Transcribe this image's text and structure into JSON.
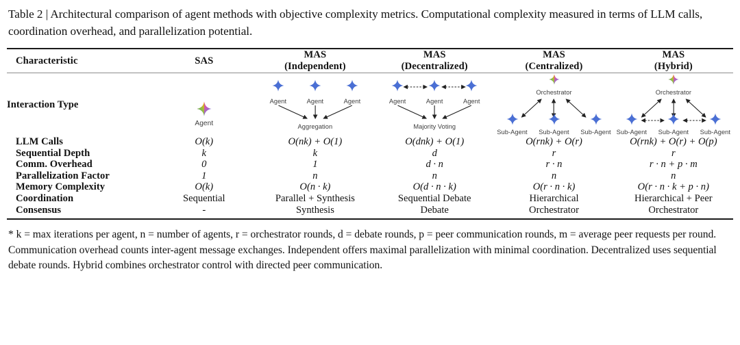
{
  "caption": {
    "label": "Table 2",
    "text": "Table 2 | Architectural comparison of agent methods with objective complexity metrics. Computational complexity measured in terms of LLM calls, coordination overhead, and parallelization potential."
  },
  "table": {
    "columns": [
      {
        "line1": "Characteristic",
        "line2": ""
      },
      {
        "line1": "SAS",
        "line2": ""
      },
      {
        "line1": "MAS",
        "line2": "(Independent)"
      },
      {
        "line1": "MAS",
        "line2": "(Decentralized)"
      },
      {
        "line1": "MAS",
        "line2": "(Centralized)"
      },
      {
        "line1": "MAS",
        "line2": "(Hybrid)"
      }
    ],
    "interaction_row_label": "Interaction Type",
    "diagrams": {
      "sas": {
        "agent_label": "Agent"
      },
      "independent": {
        "agent_labels": [
          "Agent",
          "Agent",
          "Agent"
        ],
        "sink_label": "Aggregation"
      },
      "decentralized": {
        "agent_labels": [
          "Agent",
          "Agent",
          "Agent"
        ],
        "sink_label": "Majority Voting"
      },
      "centralized": {
        "orchestrator_label": "Orchestrator",
        "sub_agent_labels": [
          "Sub-Agent",
          "Sub-Agent",
          "Sub-Agent"
        ]
      },
      "hybrid": {
        "orchestrator_label": "Orchestrator",
        "sub_agent_labels": [
          "Sub-Agent",
          "Sub-Agent",
          "Sub-Agent"
        ]
      }
    },
    "rows": [
      {
        "label": "LLM Calls",
        "cells": [
          "O(k)",
          "O(nk) + O(1)",
          "O(dnk) + O(1)",
          "O(rnk) + O(r)",
          "O(rnk) + O(r) + O(p)"
        ]
      },
      {
        "label": "Sequential Depth",
        "cells": [
          "k",
          "k",
          "d",
          "r",
          "r"
        ]
      },
      {
        "label": "Comm. Overhead",
        "cells": [
          "0",
          "1",
          "d · n",
          "r · n",
          "r · n + p · m"
        ]
      },
      {
        "label": "Parallelization Factor",
        "cells": [
          "1",
          "n",
          "n",
          "n",
          "n"
        ]
      },
      {
        "label": "Memory Complexity",
        "cells": [
          "O(k)",
          "O(n · k)",
          "O(d · n · k)",
          "O(r · n · k)",
          "O(r · n · k + p · n)"
        ]
      },
      {
        "label": "Coordination",
        "cells": [
          "Sequential",
          "Parallel + Synthesis",
          "Sequential Debate",
          "Hierarchical",
          "Hierarchical + Peer"
        ]
      },
      {
        "label": "Consensus",
        "cells": [
          "-",
          "Synthesis",
          "Debate",
          "Orchestrator",
          "Orchestrator"
        ]
      }
    ]
  },
  "footnote": {
    "text": "* k = max iterations per agent, n = number of agents, r = orchestrator rounds, d = debate rounds, p = peer communication rounds, m = average peer requests per round. Communication overhead counts inter-agent message exchanges. Independent offers maximal parallelization with minimal coordination. Decentralized uses sequential debate rounds. Hybrid combines orchestrator control with directed peer communication."
  },
  "colors": {
    "agent_blue": "#4a6fd4",
    "rule_dark": "#1a1a1a",
    "rule_light": "#8d8d8d",
    "label_gray": "#3d3d3d",
    "gradient_red": "#ea4335",
    "gradient_blue": "#4285f4",
    "gradient_green": "#34a853",
    "gradient_yellow": "#fbbc05"
  }
}
